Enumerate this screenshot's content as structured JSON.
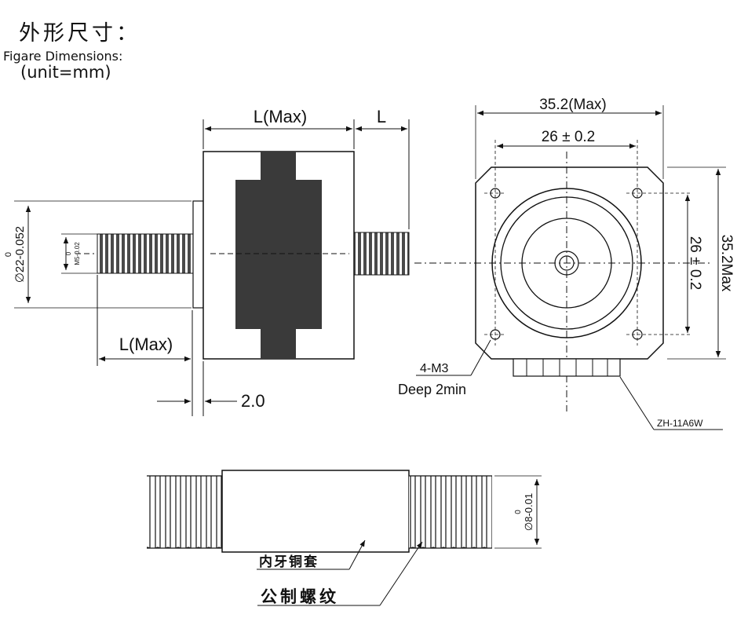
{
  "header": {
    "title_zh": "外形尺寸：",
    "title_en": "Figare Dimensions:",
    "unit": "(unit=mm)"
  },
  "side_view": {
    "body_length": "L(Max)",
    "shaft_length": "L",
    "left_shaft_length": "L(Max)",
    "flange_thickness": "2.0",
    "outer_dia_tol": "0",
    "outer_dia": "∅22-0.052",
    "thread_tol": "0",
    "thread_dia": "M5-0.02"
  },
  "front_view": {
    "width_top": "35.2(Max)",
    "hole_spacing_top": "26 ± 0.2",
    "hole_spacing_right": "26 ± 0.2",
    "height_right": "35.2Max",
    "hole_spec": "4-M3",
    "hole_depth": "Deep 2min",
    "connector": "ZH-11A6W"
  },
  "leadscrew": {
    "dia_tol": "0",
    "dia": "∅8-0.01",
    "nut_label": "内牙铜套",
    "thread_label": "公制螺纹"
  },
  "colors": {
    "line": "#111111",
    "rotor": "#3a3a3a",
    "thread_dark": "#4a4a4a"
  }
}
